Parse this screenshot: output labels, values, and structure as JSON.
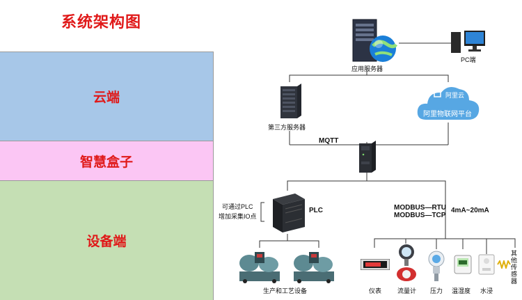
{
  "title": "系统架构图",
  "layers": {
    "cloud": "云端",
    "box": "智慧盒子",
    "device": "设备端"
  },
  "nodes": {
    "app_server": "应用服务器",
    "pc": "PC端",
    "third_party": "第三方服务器",
    "aliyun_logo": "阿里云",
    "aliyun_iot": "阿里物联网平台",
    "mqtt": "MQTT",
    "plc": "PLC",
    "plc_note_line1": "可通过PLC",
    "plc_note_line2": "增加采集IO点",
    "modbus_rtu": "MODBUS—RTU",
    "modbus_tcp": "MODBUS—TCP",
    "analog": "4mA~20mA",
    "production": "生产和工艺设备",
    "meter": "仪表",
    "flowmeter": "流量计",
    "pressure": "压力",
    "temp_humidity": "温湿度",
    "water": "水浸",
    "other_sensors": "其他传感器"
  },
  "colors": {
    "title_red": "#e01919",
    "cloud_band": "#a7c7e8",
    "box_band": "#fbc6f4",
    "device_band": "#c5dfb4"
  }
}
